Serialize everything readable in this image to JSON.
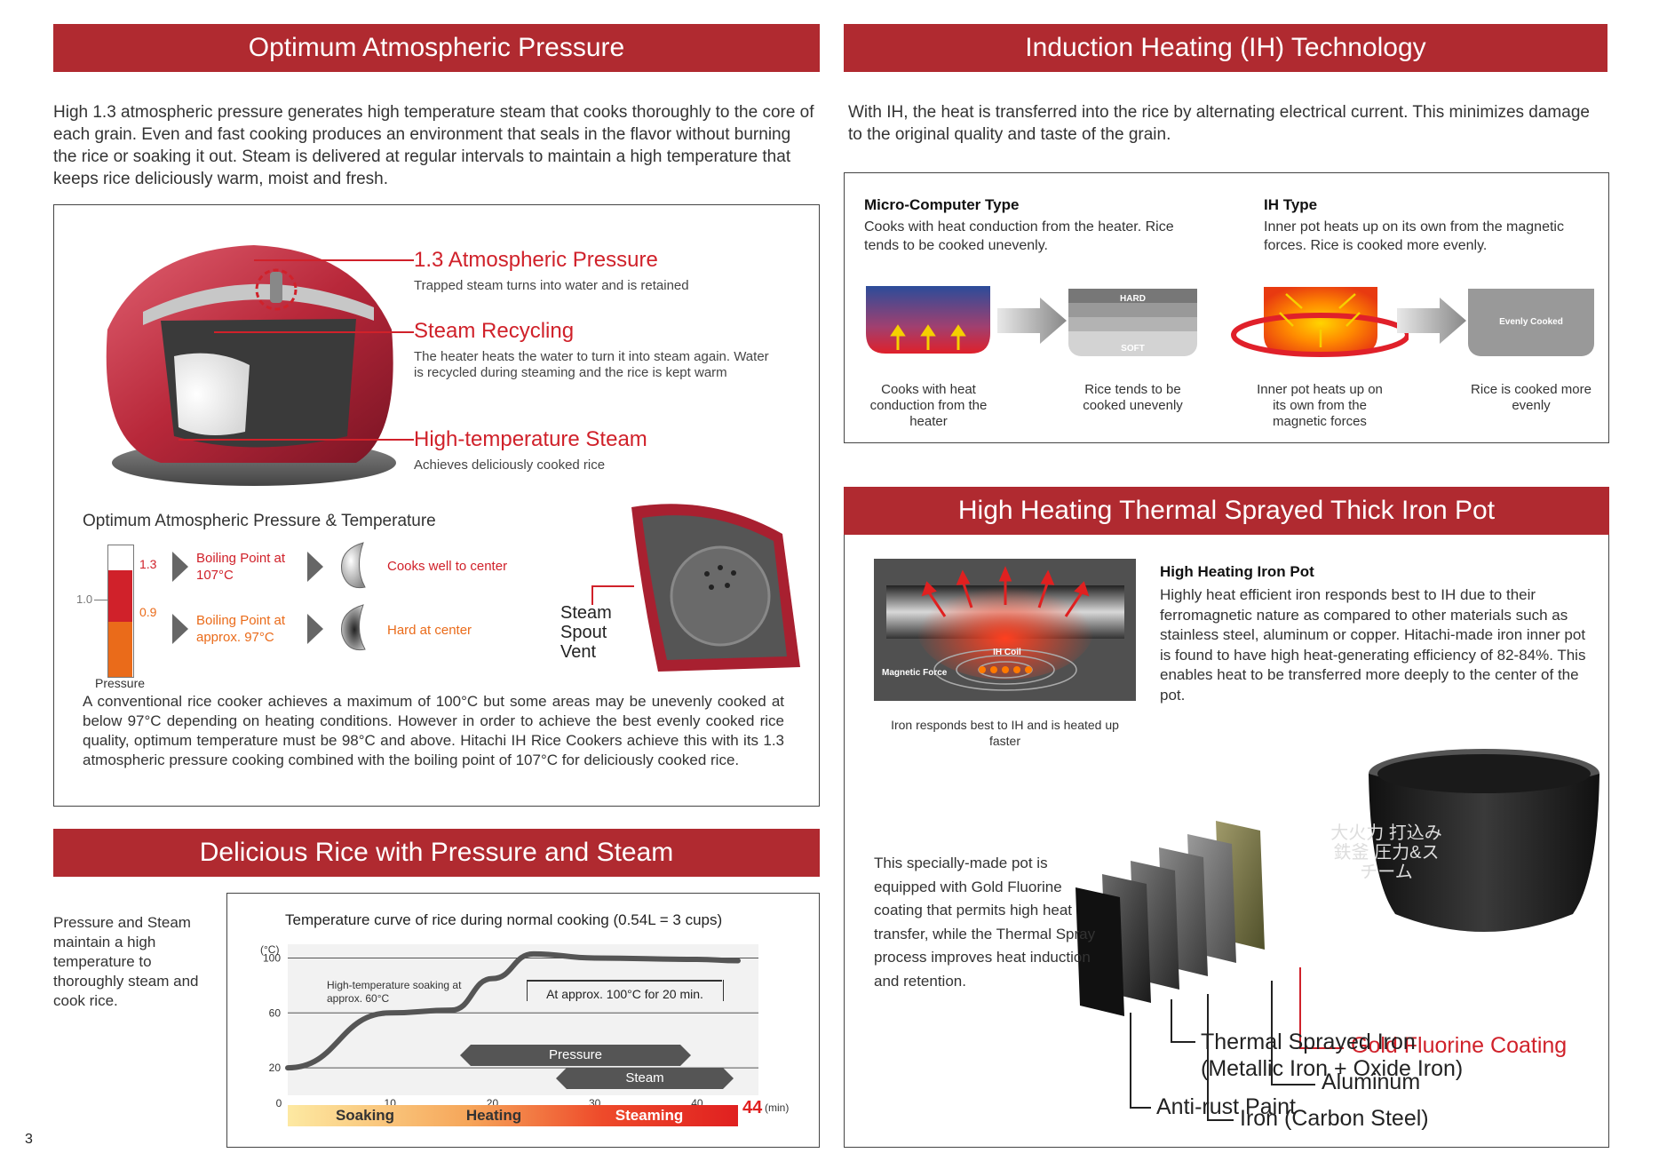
{
  "page_number": "3",
  "pressure": {
    "title": "Optimum Atmospheric Pressure",
    "intro": "High 1.3 atmospheric pressure generates high temperature steam that cooks thoroughly to the core of each grain. Even and fast cooking produces an environment that seals in the flavor without burning the rice or soaking it out. Steam is delivered at regular intervals to maintain a high temperature that keeps rice deliciously warm, moist and fresh.",
    "callouts": [
      {
        "title": "1.3 Atmospheric Pressure",
        "desc": "Trapped steam turns into water and is retained"
      },
      {
        "title": "Steam Recycling",
        "desc": "The heater heats the water to turn it into steam again. Water is recycled during steaming and the rice is kept warm"
      },
      {
        "title": "High-temperature Steam",
        "desc": "Achieves deliciously cooked rice"
      }
    ],
    "subheading": "Optimum Atmospheric Pressure & Temperature",
    "gauge": {
      "level_high": "1.3",
      "level_low": "0.9",
      "baseline": "1.0",
      "label": "Pressure"
    },
    "boiling_high": "Boiling Point at 107°C",
    "boiling_low": "Boiling Point at approx. 97°C",
    "result_high": "Cooks well to center",
    "result_low": "Hard at center",
    "vent_label": "Steam Spout Vent",
    "conclusion": "A conventional rice cooker achieves a maximum of 100°C but some areas may be unevenly cooked at below 97°C depending on heating conditions. However in order to achieve the best evenly cooked rice quality, optimum temperature must be 98°C and above. Hitachi IH Rice Cookers achieve this with its 1.3 atmospheric pressure cooking combined with the boiling point of 107°C for deliciously cooked rice."
  },
  "delicious": {
    "title": "Delicious Rice with Pressure and Steam",
    "side_text": "Pressure and Steam maintain a high temperature to thoroughly steam and cook rice."
  },
  "chart_data": {
    "type": "line",
    "title": "Temperature curve of rice during normal cooking (0.54L = 3 cups)",
    "ylabel": "(°C)",
    "xlabel": "(min)",
    "yticks": [
      "100",
      "60",
      "20"
    ],
    "xticks": [
      "0",
      "10",
      "20",
      "30",
      "40"
    ],
    "end_label": "44",
    "xlim": [
      0,
      44
    ],
    "ylim": [
      0,
      110
    ],
    "series": [
      {
        "x": [
          0,
          10,
          16,
          20,
          24,
          30,
          40,
          44
        ],
        "y": [
          20,
          60,
          62,
          85,
          103,
          100,
          99,
          98
        ]
      }
    ],
    "annotations": {
      "soak": "High-temperature soaking at approx. 60°C",
      "plateau": "At approx. 100°C for 20 min.",
      "pressure": "Pressure",
      "steam": "Steam"
    },
    "phases": [
      "Soaking",
      "Heating",
      "Steaming"
    ]
  },
  "ih": {
    "title": "Induction Heating (IH) Technology",
    "intro": "With IH, the heat is transferred into the rice by alternating electrical current. This minimizes damage to the original quality and taste of the grain.",
    "micro": {
      "title": "Micro-Computer Type",
      "desc": "Cooks with heat conduction from the heater. Rice tends to be cooked unevenly.",
      "cap1": "Cooks with heat conduction from the heater",
      "cap2": "Rice tends to be cooked unevenly",
      "hard": "HARD",
      "soft": "SOFT"
    },
    "ihtype": {
      "title": "IH Type",
      "desc": "Inner pot heats up on its own from the magnetic forces. Rice is cooked more evenly.",
      "cap1": "Inner pot heats up on its own from the magnetic forces",
      "cap2": "Rice is cooked more evenly",
      "even": "Evenly Cooked"
    }
  },
  "ironpot": {
    "title": "High Heating Thermal Sprayed Thick Iron Pot",
    "diagram_coil": "IH Coil",
    "diagram_force": "Magnetic Force",
    "caption": "Iron responds best to IH and is heated up faster",
    "sub_title": "High Heating Iron Pot",
    "desc": "Highly heat efficient iron responds best to IH due to their ferromagnetic nature as compared to other materials such as stainless steel, aluminum or copper. Hitachi-made iron inner pot is found to have high heat-generating efficiency of 82-84%. This enables heat to be transferred more deeply to the center of the pot.",
    "special": "This specially-made pot is equipped with Gold Fluorine coating that permits high heat transfer, while the Thermal Spray process improves heat induction and retention.",
    "pot_text": "大火力 打込み鉄釜 圧力&スチーム",
    "layers": [
      "Gold Fluorine Coating",
      "Aluminum",
      "Iron (Carbon Steel)",
      "Thermal Sprayed Iron",
      "(Metallic Iron + Oxide Iron)",
      "Anti-rust Paint"
    ]
  }
}
